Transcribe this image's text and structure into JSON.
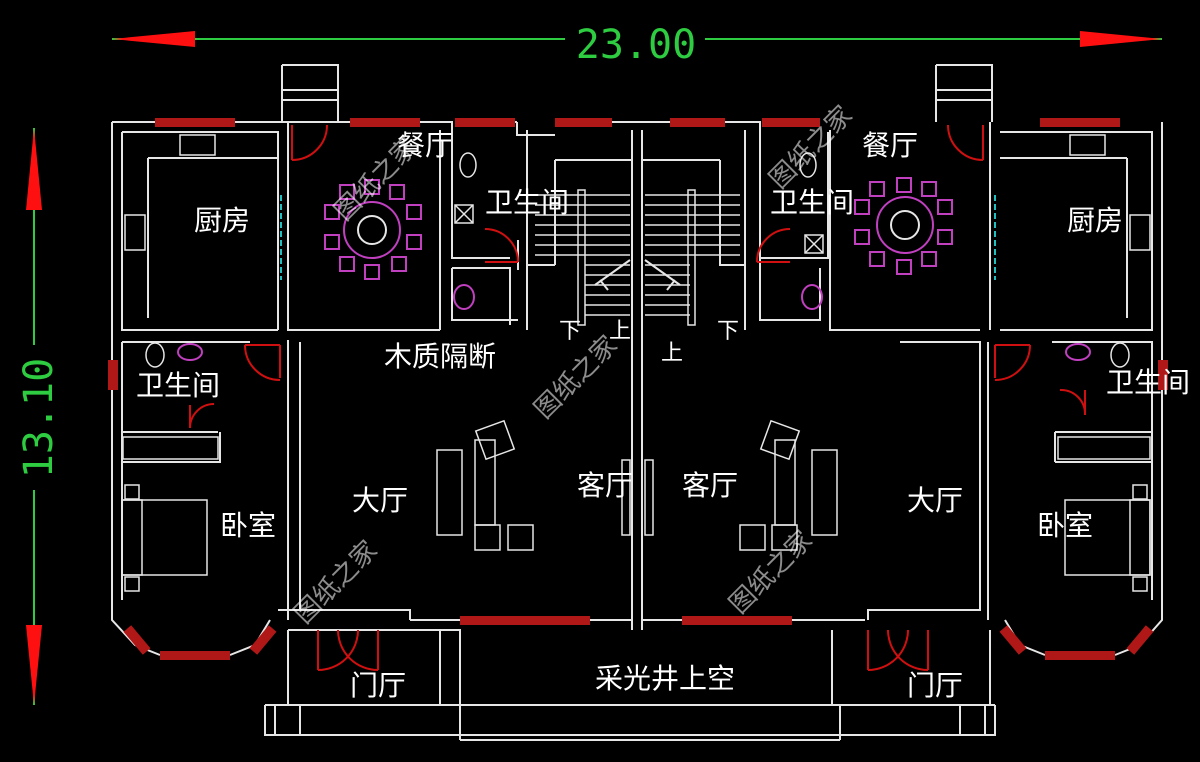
{
  "dimensions": {
    "width_label": "23.00",
    "height_label": "13.10"
  },
  "rooms": {
    "kitchen_left": "厨房",
    "kitchen_right": "厨房",
    "dining_left": "餐厅",
    "dining_right": "餐厅",
    "bath_upper_left": "卫生间",
    "bath_upper_right": "卫生间",
    "bath_lower_left": "卫生间",
    "bath_lower_right": "卫生间",
    "partition": "木质隔断",
    "hall_left": "大厅",
    "hall_right": "大厅",
    "living_left": "客厅",
    "living_right": "客厅",
    "bedroom_left": "卧室",
    "bedroom_right": "卧室",
    "foyer_left": "门厅",
    "foyer_right": "门厅",
    "lightwell": "采光井上空"
  },
  "stairs": {
    "down_left": "下",
    "up_left": "上",
    "up_right": "上",
    "down_right": "下"
  },
  "watermark": "图纸之家",
  "colors": {
    "background": "#000000",
    "wall": "#e6e6e6",
    "window": "#b01818",
    "door_swing": "#d01010",
    "dimension": "#2ecc40",
    "arrow": "#ff1010",
    "fixture": "#c040c0",
    "glass": "#20c0c0"
  }
}
